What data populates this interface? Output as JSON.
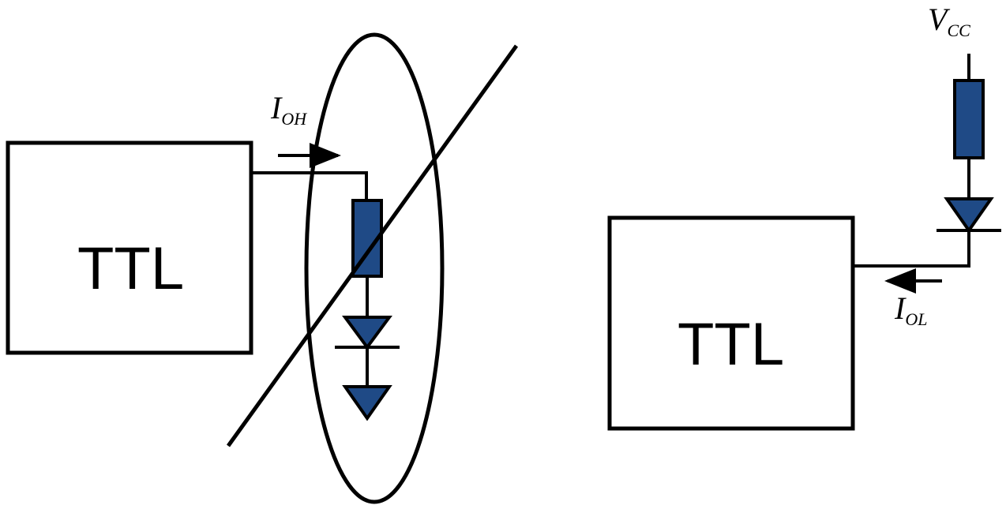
{
  "left_circuit": {
    "block_label": "TTL",
    "current_label": {
      "main": "I",
      "sub": "OH"
    }
  },
  "right_circuit": {
    "block_label": "TTL",
    "current_label": {
      "main": "I",
      "sub": "OL"
    },
    "supply_label": {
      "main": "V",
      "sub": "CC"
    }
  },
  "colors": {
    "component_fill": "#1f4a86",
    "stroke": "#000000"
  }
}
